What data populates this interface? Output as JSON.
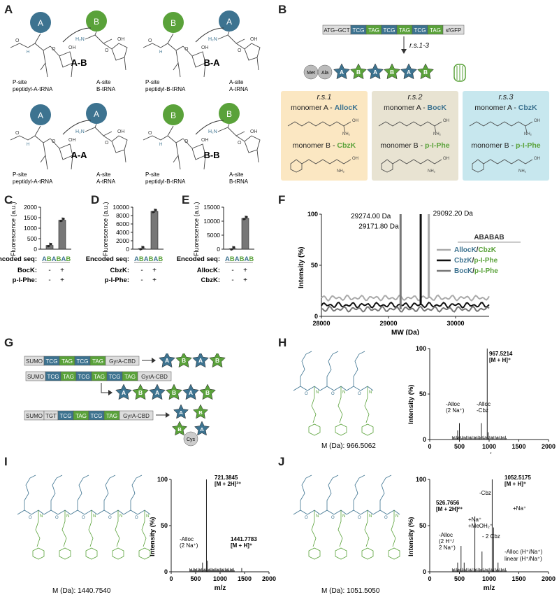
{
  "labels": {
    "A": "A",
    "B": "B",
    "C": "C",
    "D": "D",
    "E": "E",
    "F": "F",
    "G": "G",
    "H": "H",
    "I": "I",
    "J": "J"
  },
  "colors": {
    "blue": "#3d7390",
    "green": "#5aa23a",
    "gray": "#8a8a8a",
    "dark": "#111111",
    "mid": "#777777",
    "light": "#aaaaaa"
  },
  "panelA": {
    "monoA": "A",
    "monoB": "B",
    "quads": [
      {
        "title": "A-B",
        "p": [
          "P-site",
          "peptidyl-A-tRNA"
        ],
        "a": [
          "A-site",
          "B-tRNA"
        ]
      },
      {
        "title": "B-A",
        "p": [
          "P-site",
          "peptidyl-B-tRNA"
        ],
        "a": [
          "A-site",
          "A-tRNA"
        ]
      },
      {
        "title": "A-A",
        "p": [
          "P-site",
          "peptidyl-A-tRNA"
        ],
        "a": [
          "A-site",
          "A-tRNA"
        ]
      },
      {
        "title": "B-B",
        "p": [
          "P-site",
          "peptidyl-B-tRNA"
        ],
        "a": [
          "A-site",
          "B-tRNA"
        ]
      }
    ]
  },
  "panelB": {
    "gene": [
      "ATG–GCT",
      "TCG",
      "TAG",
      "TCG",
      "TAG",
      "TCG",
      "TAG",
      "sfGFP"
    ],
    "arrow": "r.s.1-3",
    "chain": [
      "Met",
      "Ala",
      "A",
      "B",
      "A",
      "B",
      "A",
      "B"
    ],
    "cards": [
      {
        "title": "r.s.1",
        "monoA": "monomer A - ",
        "aName": "AllocK",
        "monoB": "monomer B - ",
        "bName": "CbzK"
      },
      {
        "title": "r.s.2",
        "monoA": "monomer A - ",
        "aName": "BocK",
        "monoB": "monomer B - ",
        "bName": "p-I-Phe"
      },
      {
        "title": "r.s.3",
        "monoA": "monomer A - ",
        "aName": "CbzK",
        "monoB": "monomer B - ",
        "bName": "p-I-Phe"
      }
    ]
  },
  "bars": [
    {
      "ylabel": "Fluorescence (a.u.)",
      "ylim": [
        0,
        2000
      ],
      "ticks": [
        "0",
        "500",
        "1000",
        "1500",
        "2000"
      ],
      "values": [
        180,
        1380
      ],
      "seqLabel": "Encoded seq:",
      "seq": "ABABAB",
      "rows": [
        {
          "name": "BocK:",
          "vals": [
            "-",
            "+"
          ]
        },
        {
          "name": "p-I-Phe:",
          "vals": [
            "-",
            "+"
          ]
        }
      ]
    },
    {
      "ylabel": "Fluorescence (a.u.)",
      "ylim": [
        0,
        10000
      ],
      "ticks": [
        "0",
        "2000",
        "4000",
        "6000",
        "8000",
        "10000"
      ],
      "values": [
        150,
        9000
      ],
      "seqLabel": "Encoded seq:",
      "seq": "ABABAB",
      "rows": [
        {
          "name": "CbzK:",
          "vals": [
            "-",
            "+"
          ]
        },
        {
          "name": "p-I-Phe:",
          "vals": [
            "-",
            "+"
          ]
        }
      ]
    },
    {
      "ylabel": "Fluorescence (a.u.)",
      "ylim": [
        0,
        15000
      ],
      "ticks": [
        "0",
        "5000",
        "10000",
        "15000"
      ],
      "values": [
        150,
        11000
      ],
      "seqLabel": "Encoded seq:",
      "seq": "ABABAB",
      "rows": [
        {
          "name": "AllocK:",
          "vals": [
            "-",
            "+"
          ]
        },
        {
          "name": "CbzK:",
          "vals": [
            "-",
            "+"
          ]
        }
      ]
    }
  ],
  "chart_data": [
    {
      "type": "bar",
      "categories": [
        "-",
        "+"
      ],
      "values": [
        180,
        1380
      ],
      "ylabel": "Fluorescence (a.u.)",
      "ylim": [
        0,
        2000
      ]
    },
    {
      "type": "bar",
      "categories": [
        "-",
        "+"
      ],
      "values": [
        150,
        9000
      ],
      "ylabel": "Fluorescence (a.u.)",
      "ylim": [
        0,
        10000
      ]
    },
    {
      "type": "bar",
      "categories": [
        "-",
        "+"
      ],
      "values": [
        150,
        11000
      ],
      "ylabel": "Fluorescence (a.u.)",
      "ylim": [
        0,
        15000
      ]
    },
    {
      "type": "line",
      "xlabel": "MW (Da)",
      "ylabel": "Intensity (%)",
      "xlim": [
        28000,
        30500
      ],
      "ylim": [
        0,
        100
      ],
      "xticks": [
        "28000",
        "29000",
        "30000"
      ],
      "yticks": [
        "0",
        "50",
        "100"
      ],
      "peaks": [
        {
          "x": 29171.8,
          "label": "29171.80 Da"
        },
        {
          "x": 29274.0,
          "label": "29274.00 Da"
        },
        {
          "x": 29092.2,
          "label": "29092.20 Da"
        }
      ],
      "legend_title": "ABABAB",
      "series": [
        {
          "name": "AllocK/CbzK",
          "peak": 29600,
          "baseline": 18
        },
        {
          "name": "CbzK/p-I-Phe",
          "peak": 29480,
          "baseline": 11
        },
        {
          "name": "BocK/p-I-Phe",
          "peak": 29180,
          "baseline": 7
        }
      ]
    },
    {
      "type": "bar",
      "xlabel": "m/z",
      "ylabel": "Intensity (%)",
      "xlim": [
        0,
        2000
      ],
      "ylim": [
        0,
        100
      ],
      "peaks": [
        [
          470,
          10
        ],
        [
          500,
          18
        ],
        [
          870,
          18
        ],
        [
          968,
          100
        ],
        [
          985,
          8
        ]
      ],
      "annotations": [
        {
          "x": 968,
          "text": [
            "967.5214",
            "[M + H]⁺"
          ]
        },
        {
          "x": 470,
          "text": [
            "-Alloc",
            "(2 Na⁺)"
          ]
        },
        {
          "x": 870,
          "text": [
            "-Alloc",
            "-Cbz"
          ]
        }
      ]
    },
    {
      "type": "bar",
      "xlabel": "m/z",
      "ylabel": "Intensity (%)",
      "xlim": [
        0,
        2000
      ],
      "ylim": [
        0,
        100
      ],
      "peaks": [
        [
          640,
          10
        ],
        [
          721,
          100
        ],
        [
          740,
          12
        ],
        [
          1442,
          4
        ]
      ],
      "annotations": [
        {
          "x": 721,
          "text": [
            "721.3845",
            "[M + 2H]²⁺"
          ]
        },
        {
          "x": 1442,
          "text": [
            "1441.7783",
            "[M + H]⁺"
          ]
        },
        {
          "x": 620,
          "text": [
            "-Alloc",
            "(2 Na⁺)"
          ]
        }
      ]
    },
    {
      "type": "bar",
      "xlabel": "m/z",
      "ylabel": "Intensity (%)",
      "xlim": [
        0,
        2000
      ],
      "ylim": [
        0,
        100
      ],
      "peaks": [
        [
          470,
          10
        ],
        [
          527,
          28
        ],
        [
          580,
          10
        ],
        [
          760,
          60
        ],
        [
          880,
          22
        ],
        [
          1052,
          100
        ],
        [
          1075,
          48
        ],
        [
          1150,
          10
        ]
      ],
      "annotations": [
        {
          "x": 1052,
          "text": [
            "1052.5175",
            "[M + H]⁺"
          ]
        },
        {
          "x": 527,
          "text": [
            "526.7656",
            "[M + 2H]²⁺"
          ]
        },
        {
          "x": 760,
          "text": [
            "-Cbz"
          ]
        },
        {
          "x": 1075,
          "text": [
            "+Na⁺"
          ]
        }
      ]
    }
  ],
  "panelF": {
    "legendTitle": "ABABAB",
    "legend": [
      "AllocK/CbzK",
      "CbzK/p-I-Phe",
      "BocK/p-I-Phe"
    ]
  },
  "panelG": {
    "rows": [
      {
        "items": [
          "SUMO",
          "TCG",
          "TAG",
          "TCG",
          "TAG",
          "GyrA-CBD"
        ],
        "chain": [
          "A",
          "B",
          "A",
          "B"
        ]
      },
      {
        "items": [
          "SUMO",
          "TCG",
          "TAG",
          "TCG",
          "TAG",
          "TCG",
          "TAG",
          "GyrA-CBD"
        ],
        "chain": [
          "A",
          "B",
          "A",
          "B",
          "A",
          "B"
        ]
      },
      {
        "items": [
          "SUMO",
          "TGT",
          "TCG",
          "TAG",
          "TCG",
          "TAG",
          "GyrA-CBD"
        ],
        "cyc": [
          "A",
          "B",
          "A",
          "B"
        ],
        "cys": "Cys"
      }
    ]
  },
  "masses": {
    "H": "M (Da): 966.5062",
    "I": "M (Da): 1440.7540",
    "J": "M (Da): 1051.5050"
  },
  "spectra": {
    "H": {
      "xlabel": "m/z",
      "ylabel": "Intensity (%)",
      "xticks": [
        "0",
        "500",
        "1000",
        "1500",
        "2000"
      ],
      "yticks": [
        "0",
        "50",
        "100"
      ],
      "ann": [
        [
          "967.5214",
          "[M + H]⁺"
        ],
        [
          "-Alloc",
          "(2 Na⁺)"
        ],
        [
          "-Alloc",
          "-Cbz"
        ]
      ]
    },
    "I": {
      "xlabel": "m/z",
      "xticks": [
        "0",
        "500",
        "1000",
        "1500",
        "2000"
      ],
      "yticks": [
        "0",
        "50",
        "100"
      ],
      "ylabel": "Intensity (%)",
      "ann": [
        [
          "721.3845",
          "[M + 2H]²⁺"
        ],
        [
          "1441.7783",
          "[M + H]⁺"
        ],
        [
          "-Alloc",
          "(2 Na⁺)"
        ]
      ]
    },
    "J": {
      "xlabel": "m/z",
      "xticks": [
        "0",
        "500",
        "1000",
        "1500",
        "2000"
      ],
      "yticks": [
        "0",
        "50",
        "100"
      ],
      "ylabel": "Intensity (%)",
      "ann": [
        [
          "1052.5175",
          "[M + H]⁺"
        ],
        [
          "526.7656",
          "[M + 2H]²⁺"
        ],
        [
          "-Cbz"
        ],
        [
          "+Na⁺"
        ],
        [
          "+Na⁺",
          "+MeOH₂⁺"
        ],
        [
          "- 2 Cbz"
        ],
        [
          "-Alloc",
          "(2 H⁺/",
          "2 Na⁺)"
        ],
        [
          "-Alloc (H⁺/Na⁺)"
        ],
        [
          "linear (H⁺/Na⁺)"
        ]
      ]
    }
  }
}
